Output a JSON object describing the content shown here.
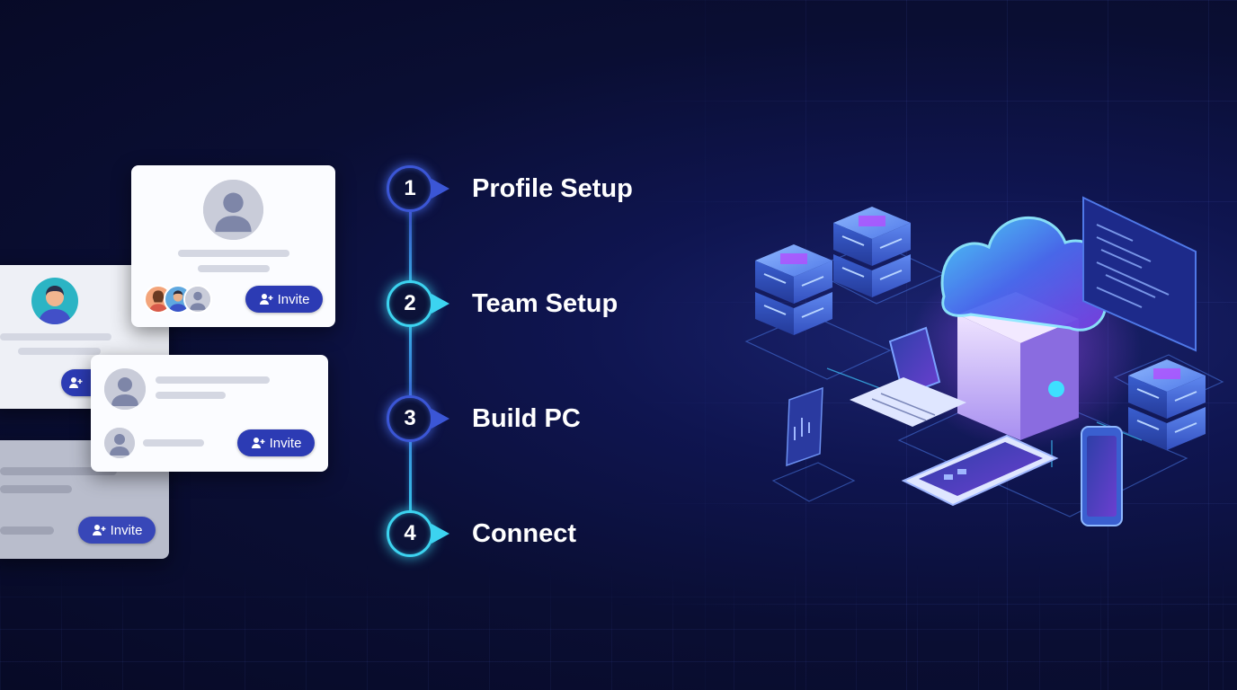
{
  "cards": {
    "invite_label": "Invite"
  },
  "steps": [
    {
      "number": "1",
      "label": "Profile Setup"
    },
    {
      "number": "2",
      "label": "Team Setup"
    },
    {
      "number": "3",
      "label": "Build PC"
    },
    {
      "number": "4",
      "label": "Connect"
    }
  ],
  "colors": {
    "background": "#0a0e33",
    "accent_blue": "#3b56d6",
    "accent_cyan": "#3cd3f0",
    "button": "#2c3bb4"
  }
}
